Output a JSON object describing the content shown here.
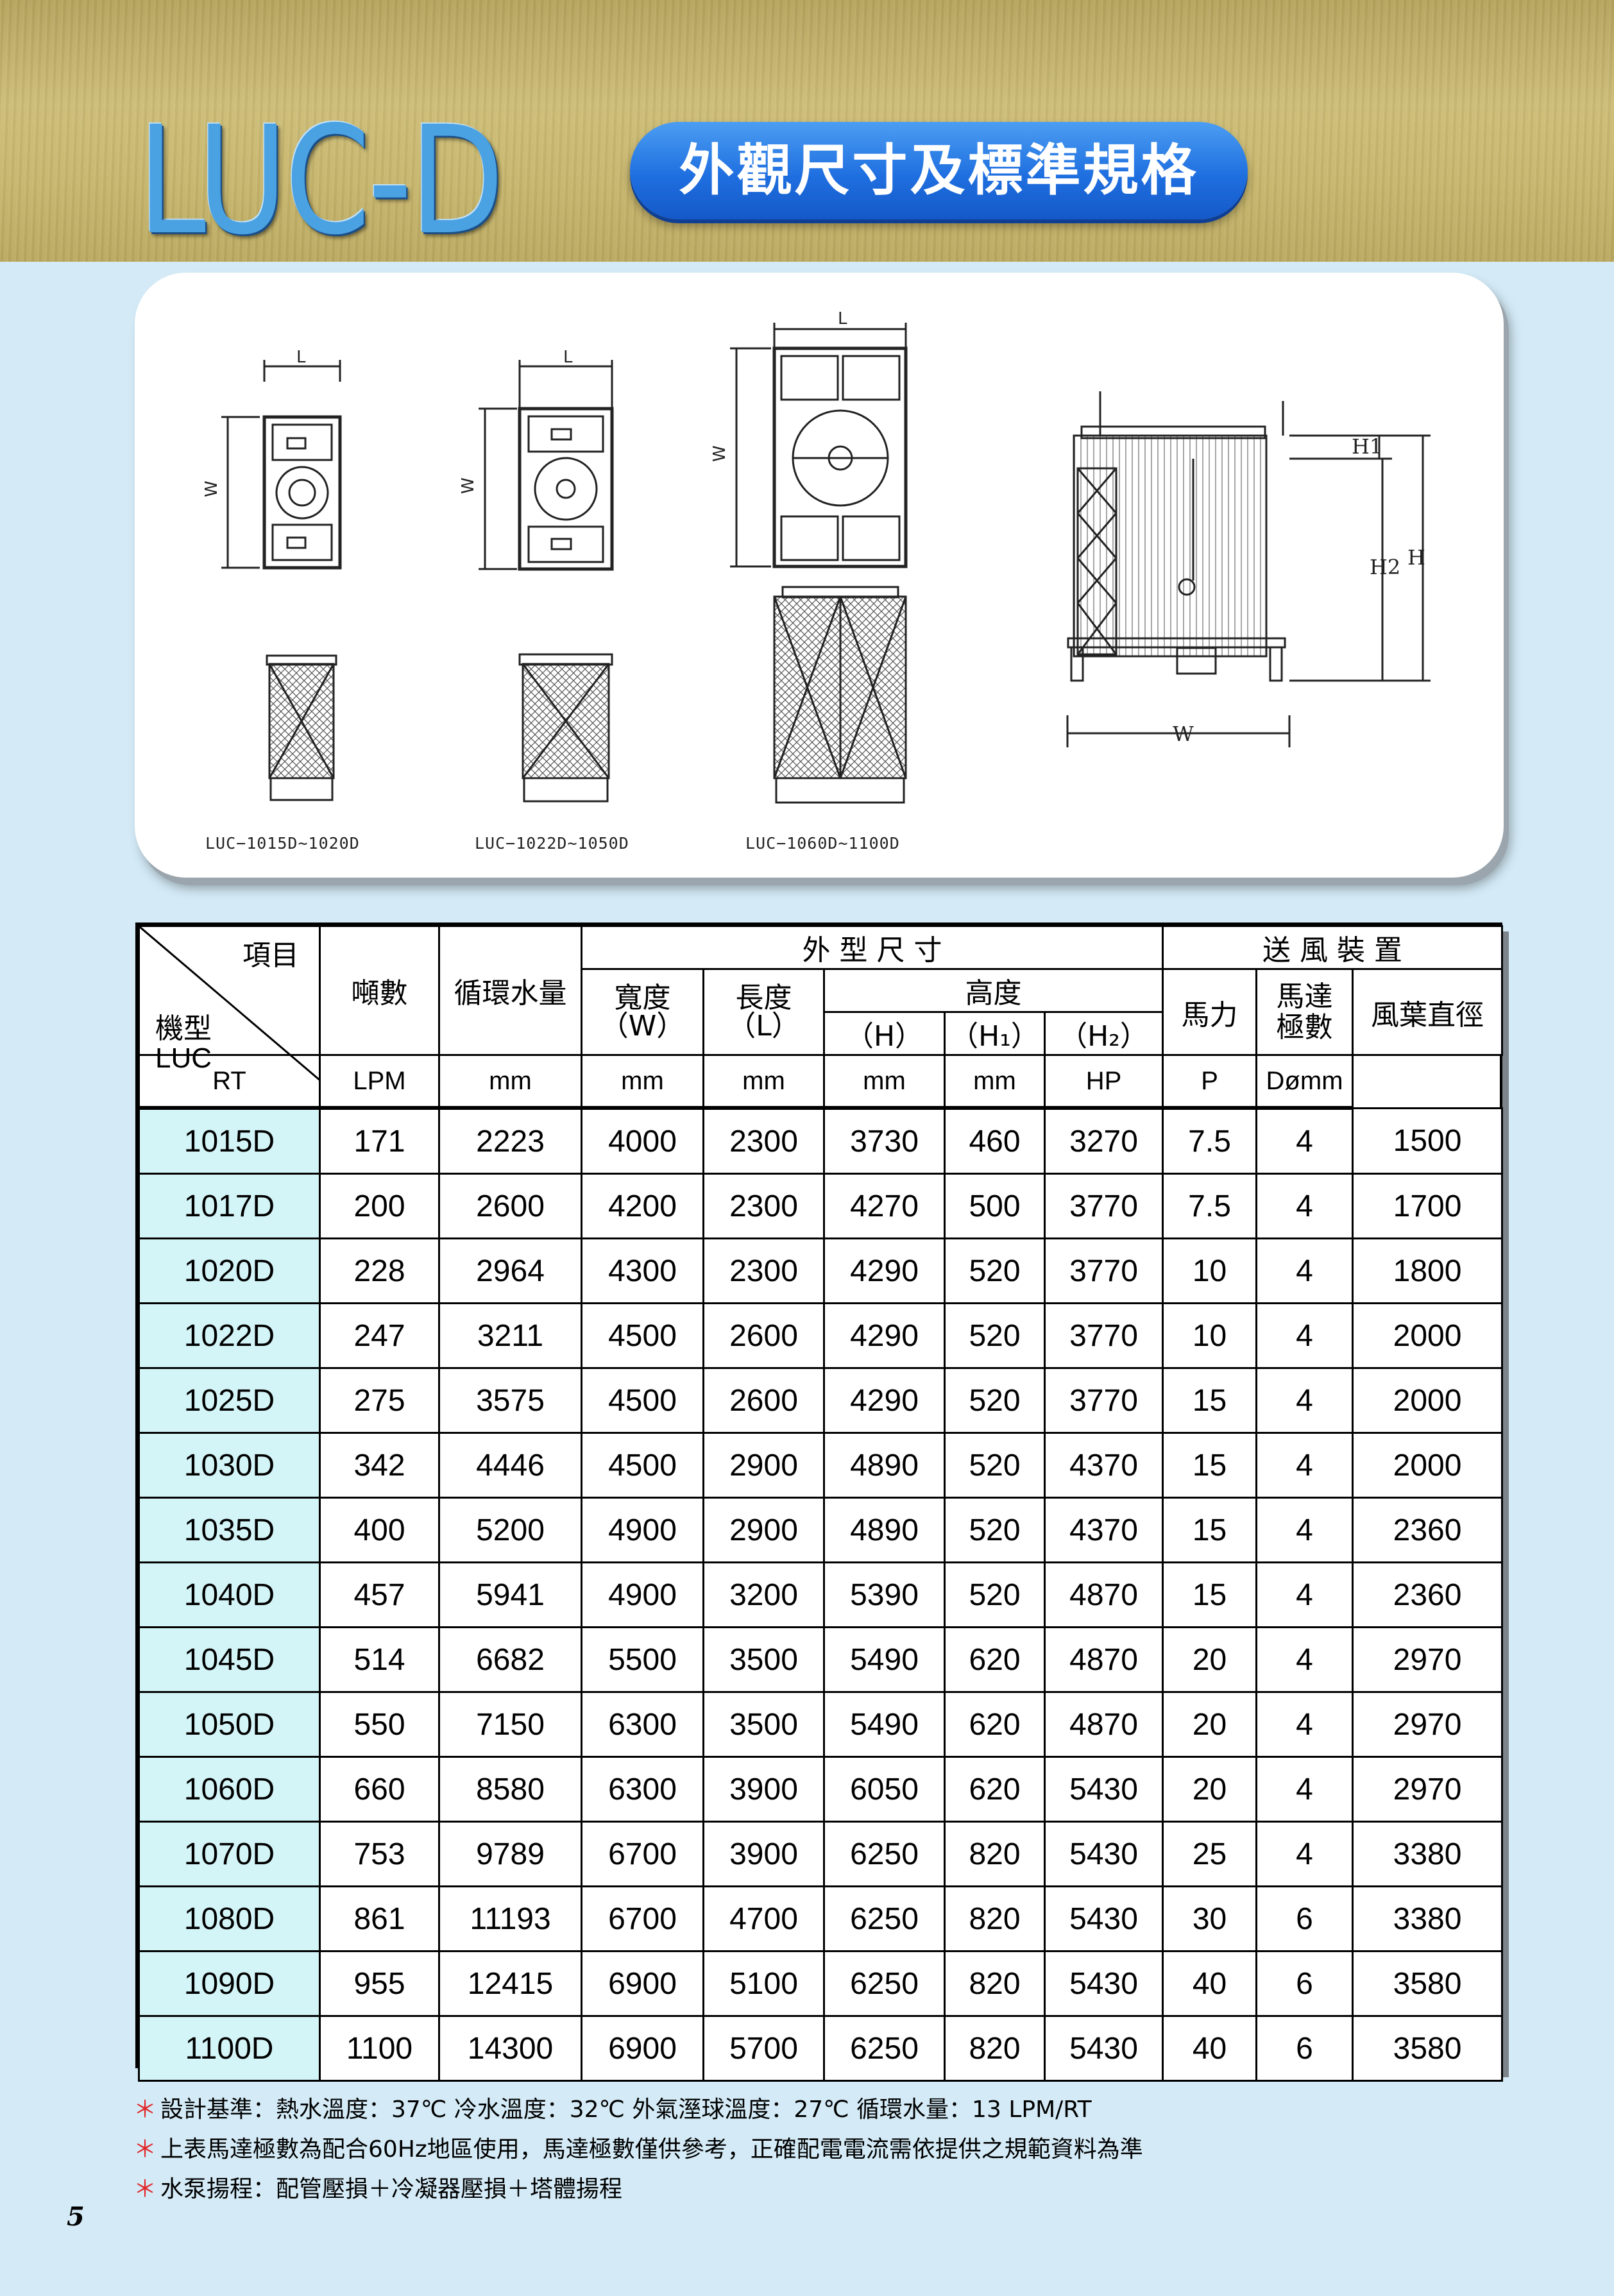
{
  "header": {
    "logo": "LUC-D",
    "title": "外觀尺寸及標準規格"
  },
  "drawings": {
    "captions": [
      "LUC−1015D∼1020D",
      "LUC−1022D∼1050D",
      "LUC−1060D∼1100D"
    ],
    "dim_labels": {
      "L": "L",
      "W": "W",
      "H": "H",
      "H1": "H1",
      "H2": "H2"
    }
  },
  "table": {
    "header": {
      "item": "項目",
      "model_line1": "機型",
      "model_line2": "LUC",
      "tons": "噸數",
      "flow": "循環水量",
      "outer_dims": "外 型 尺 寸",
      "width": "寬度",
      "width_sym": "（W）",
      "length": "長度",
      "length_sym": "（L）",
      "height": "高度",
      "h": "（H）",
      "h1": "（H₁）",
      "h2": "（H₂）",
      "fan_unit": "送 風 裝 置",
      "motor_hp": "馬力",
      "poles_1": "馬達",
      "poles_2": "極數",
      "fan_dia": "風葉直徑"
    },
    "units": [
      "RT",
      "LPM",
      "mm",
      "mm",
      "mm",
      "mm",
      "mm",
      "HP",
      "P",
      "Dømm"
    ],
    "rows": [
      [
        "1015D",
        "171",
        "2223",
        "4000",
        "2300",
        "3730",
        "460",
        "3270",
        "7.5",
        "4",
        "1500"
      ],
      [
        "1017D",
        "200",
        "2600",
        "4200",
        "2300",
        "4270",
        "500",
        "3770",
        "7.5",
        "4",
        "1700"
      ],
      [
        "1020D",
        "228",
        "2964",
        "4300",
        "2300",
        "4290",
        "520",
        "3770",
        "10",
        "4",
        "1800"
      ],
      [
        "1022D",
        "247",
        "3211",
        "4500",
        "2600",
        "4290",
        "520",
        "3770",
        "10",
        "4",
        "2000"
      ],
      [
        "1025D",
        "275",
        "3575",
        "4500",
        "2600",
        "4290",
        "520",
        "3770",
        "15",
        "4",
        "2000"
      ],
      [
        "1030D",
        "342",
        "4446",
        "4500",
        "2900",
        "4890",
        "520",
        "4370",
        "15",
        "4",
        "2000"
      ],
      [
        "1035D",
        "400",
        "5200",
        "4900",
        "2900",
        "4890",
        "520",
        "4370",
        "15",
        "4",
        "2360"
      ],
      [
        "1040D",
        "457",
        "5941",
        "4900",
        "3200",
        "5390",
        "520",
        "4870",
        "15",
        "4",
        "2360"
      ],
      [
        "1045D",
        "514",
        "6682",
        "5500",
        "3500",
        "5490",
        "620",
        "4870",
        "20",
        "4",
        "2970"
      ],
      [
        "1050D",
        "550",
        "7150",
        "6300",
        "3500",
        "5490",
        "620",
        "4870",
        "20",
        "4",
        "2970"
      ],
      [
        "1060D",
        "660",
        "8580",
        "6300",
        "3900",
        "6050",
        "620",
        "5430",
        "20",
        "4",
        "2970"
      ],
      [
        "1070D",
        "753",
        "9789",
        "6700",
        "3900",
        "6250",
        "820",
        "5430",
        "25",
        "4",
        "3380"
      ],
      [
        "1080D",
        "861",
        "11193",
        "6700",
        "4700",
        "6250",
        "820",
        "5430",
        "30",
        "6",
        "3380"
      ],
      [
        "1090D",
        "955",
        "12415",
        "6900",
        "5100",
        "6250",
        "820",
        "5430",
        "40",
        "6",
        "3580"
      ],
      [
        "1100D",
        "1100",
        "14300",
        "6900",
        "5700",
        "6250",
        "820",
        "5430",
        "40",
        "6",
        "3580"
      ]
    ]
  },
  "notes": [
    "設計基準：熱水溫度：37℃  冷水溫度：32℃  外氣溼球溫度：27℃    循環水量：13 LPM/RT",
    "上表馬達極數為配合60Hz地區使用，馬達極數僅供參考，正確配電電流需依提供之規範資料為準",
    "水泵揚程：配管壓損＋冷凝器壓損＋塔體揚程"
  ],
  "note_marker": "＊",
  "page_number": "5",
  "colors": {
    "model_cell_bg": "#d4f5f8",
    "page_bg": "#d4ebf7",
    "pill": "#1f6fe0",
    "logo": "#4aa2e3"
  }
}
